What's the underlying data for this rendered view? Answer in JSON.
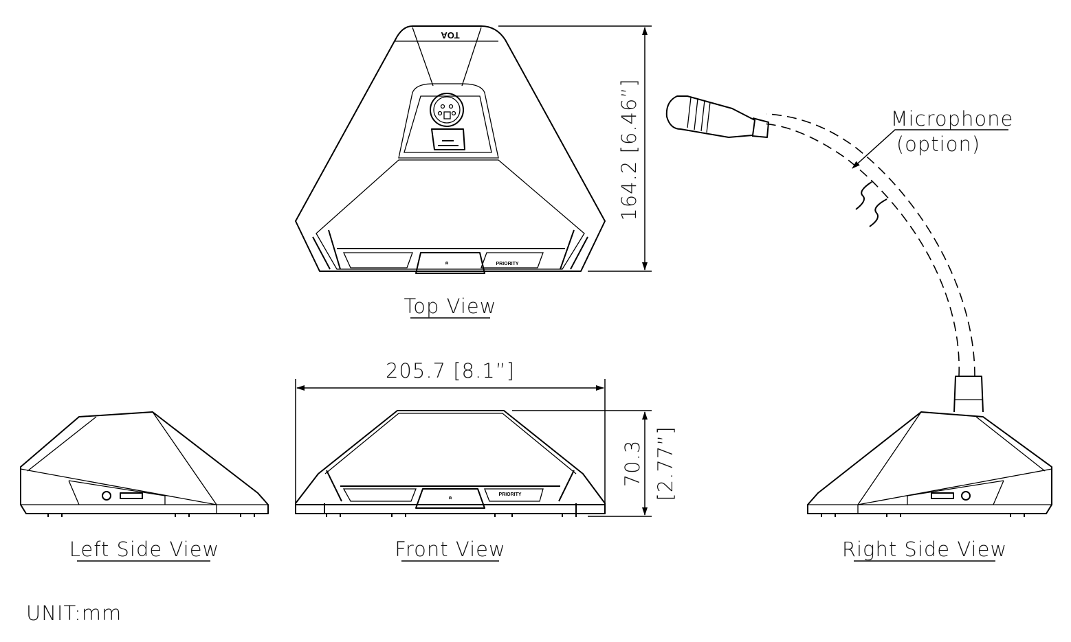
{
  "views": {
    "top": "Top View",
    "front": "Front View",
    "left": "Left Side View",
    "right": "Right Side View"
  },
  "dimensions": {
    "width": "205.7 [8.1”]",
    "depth": "164.2 [6.46”]",
    "height_mm": "70.3",
    "height_in": "[2.77”]"
  },
  "microphone": {
    "label": "Microphone",
    "note": "(option)"
  },
  "unit": "UNIT:mm",
  "device": {
    "button_label": "PRIORITY",
    "logo": "TOA"
  }
}
